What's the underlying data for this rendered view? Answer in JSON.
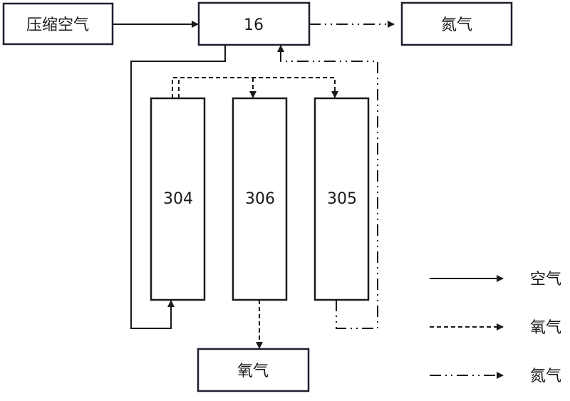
{
  "boxes": {
    "compressed_air": "压缩空气",
    "unit_16": "16",
    "nitrogen": "氮气",
    "oxygen": "氧气"
  },
  "columns": [
    "304",
    "306",
    "305"
  ],
  "legend": [
    {
      "style": "solid",
      "label": "空气"
    },
    {
      "style": "dashed",
      "label": "氧气"
    },
    {
      "style": "dash-dot",
      "label": "氮气"
    }
  ],
  "colors": {
    "line": "#1a1a1a",
    "box_border": "#1c1f2e"
  }
}
